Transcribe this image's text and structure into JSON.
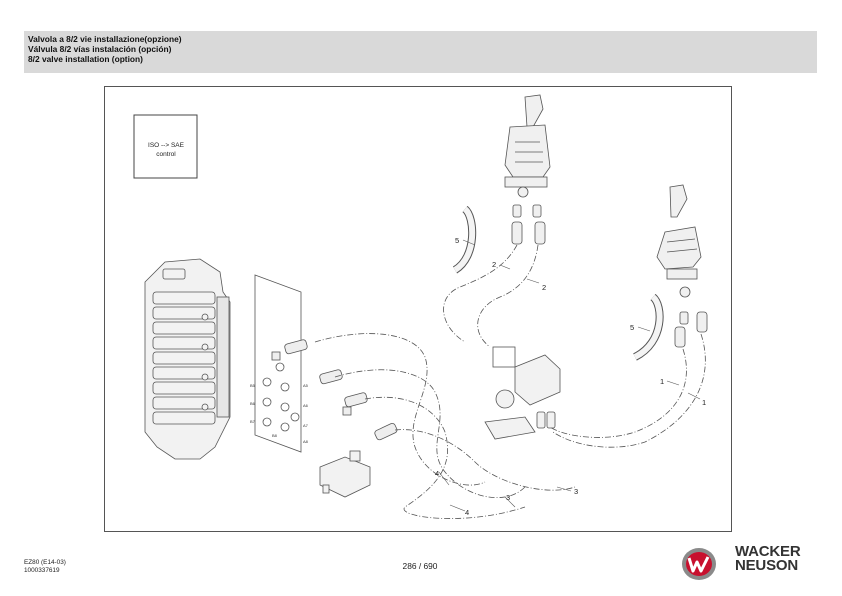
{
  "header": {
    "title_it": "Valvola a 8/2 vie installazione(opzione)",
    "title_es": "Válvula 8/2 vías instalación (opción)",
    "title_en": "8/2 valve installation (option)"
  },
  "diagram": {
    "iso_box_line1": "ISO --> SAE",
    "iso_box_line2": "control",
    "callouts": [
      "5",
      "2",
      "2",
      "5",
      "1",
      "1",
      "4",
      "4",
      "3",
      "3"
    ],
    "port_labels": [
      "B5",
      "B6",
      "B7",
      "B8",
      "A5",
      "A6",
      "A7",
      "A8"
    ]
  },
  "footer": {
    "model": "EZ80 (E14-03)",
    "doc_number": "1000337619",
    "page": "286 / 690",
    "brand_line1": "WACKER",
    "brand_line2": "NEUSON",
    "logo_color": "#c8102e"
  }
}
